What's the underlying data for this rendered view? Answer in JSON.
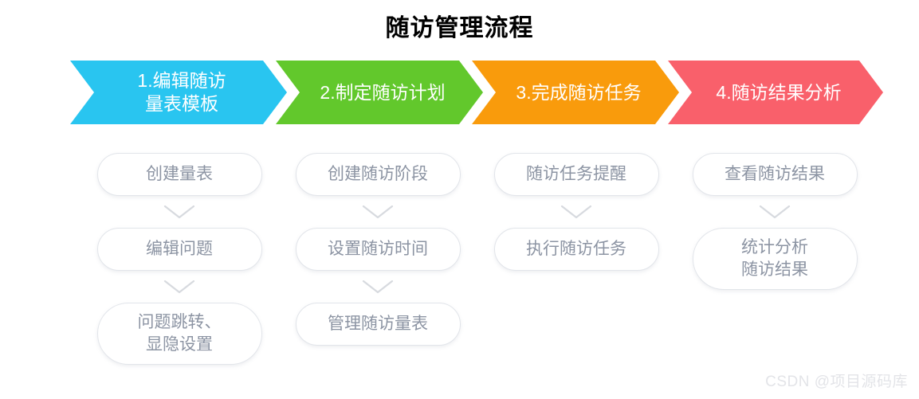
{
  "title": "随访管理流程",
  "stages": [
    {
      "label": "1.编辑随访\n量表模板",
      "color": "#29c5f0"
    },
    {
      "label": "2.制定随访计划",
      "color": "#62c82c"
    },
    {
      "label": "3.完成随访任务",
      "color": "#f99b0c"
    },
    {
      "label": "4.随访结果分析",
      "color": "#f9606b"
    }
  ],
  "columns": [
    {
      "steps": [
        "创建量表",
        "编辑问题",
        "问题跳转、\n显隐设置"
      ]
    },
    {
      "steps": [
        "创建随访阶段",
        "设置随访时间",
        "管理随访量表"
      ]
    },
    {
      "steps": [
        "随访任务提醒",
        "执行随访任务"
      ]
    },
    {
      "steps": [
        "查看随访结果",
        "统计分析\n随访结果"
      ]
    }
  ],
  "watermark": "CSDN @项目源码库"
}
